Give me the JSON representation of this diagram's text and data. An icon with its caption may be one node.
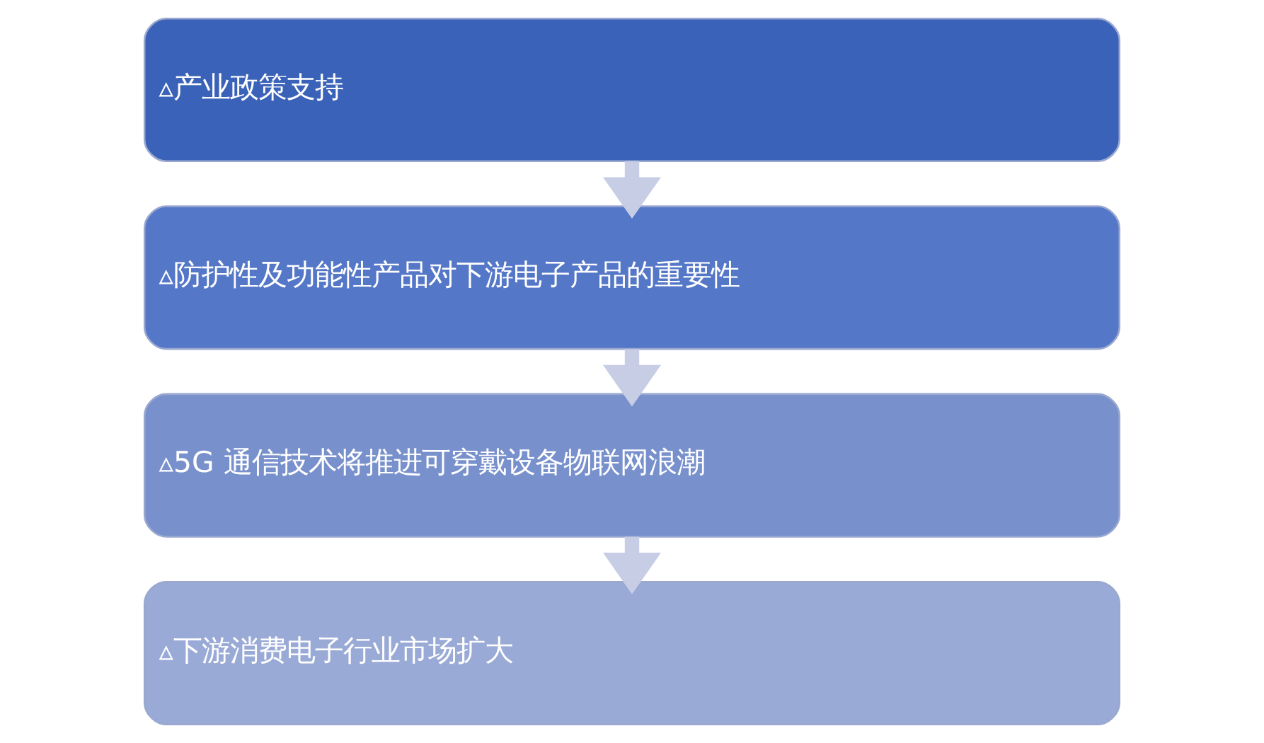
{
  "diagram": {
    "nodes": [
      {
        "text": [
          "▵产业政策支持"
        ]
      },
      {
        "text": [
          "▵防护性及功能性产品对下游电子产品的重要性"
        ]
      },
      {
        "text": [
          "▵5G 通信技术将推进可穿戴设备物联网浪潮"
        ]
      },
      {
        "text": [
          "▵下游消费电子行业市场扩大"
        ]
      }
    ],
    "edges": [
      {
        "from": 0,
        "to": 1,
        "arrow": "to"
      },
      {
        "from": 1,
        "to": 2,
        "arrow": "to"
      },
      {
        "from": 2,
        "to": 3,
        "arrow": "to"
      }
    ]
  }
}
